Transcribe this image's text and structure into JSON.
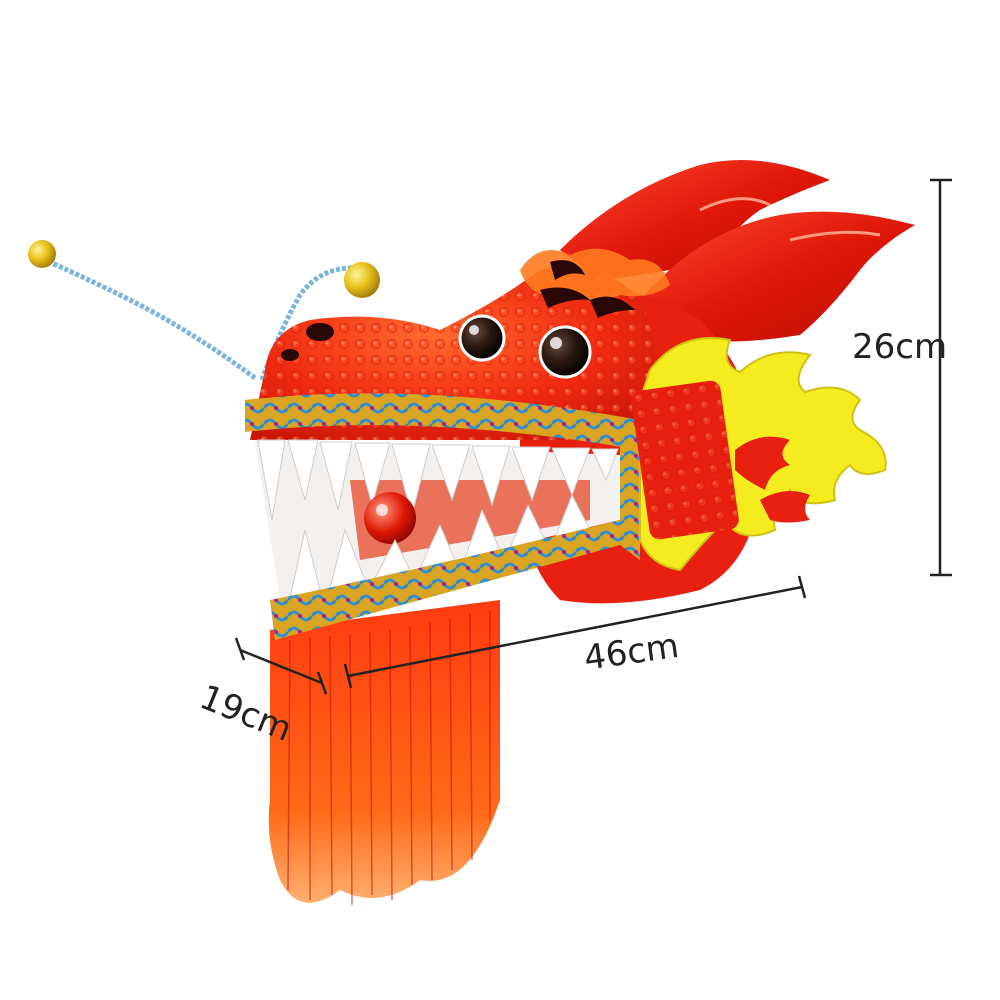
{
  "dimensions": {
    "height": "26cm",
    "length": "46cm",
    "depth": "19cm"
  },
  "colors": {
    "background": "#ffffff",
    "dragon_red": "#e8200f",
    "dragon_orange": "#ff5a10",
    "flame_yellow": "#f4ec1e",
    "teeth": "#ffffff",
    "trim_blue": "#2f8fd0",
    "trim_gold": "#d9a520",
    "whisker_blue": "#7ab4e0",
    "bell_gold": "#e8c21a",
    "dimension_line": "#222222"
  },
  "icons": {
    "product": "dragon-head-icon",
    "bells": "bell-icon"
  }
}
